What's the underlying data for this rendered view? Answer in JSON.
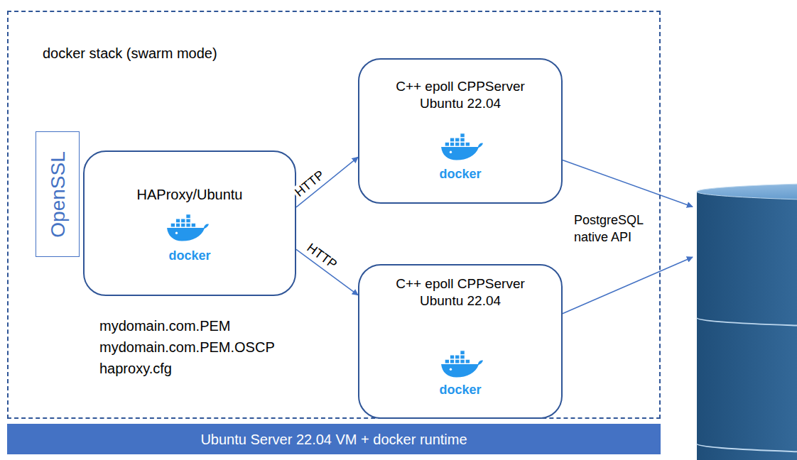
{
  "diagram": {
    "nodes": [
      {
        "text": [
          "docker stack (swarm mode)"
        ]
      },
      {
        "text": [
          "OpenSSL"
        ],
        "in": 0
      },
      {
        "text": [
          "HAProxy/Ubuntu",
          "docker"
        ],
        "in": 0
      },
      {
        "text": [
          "C++ epoll CPPServer Ubuntu 22.04",
          "docker"
        ],
        "in": 0
      },
      {
        "text": [
          "C++ epoll CPPServer Ubuntu 22.04",
          "docker"
        ],
        "in": 0
      },
      {
        "text": []
      },
      {
        "text": [
          "Ubuntu Server 22.04 VM + docker runtime"
        ]
      }
    ],
    "edges": [
      {
        "from": 2,
        "to": 3,
        "label": "HTTP",
        "arrow": "to"
      },
      {
        "from": 2,
        "to": 4,
        "label": "HTTP",
        "arrow": "to"
      },
      {
        "from": 3,
        "to": 5,
        "arrow": "to"
      },
      {
        "from": 4,
        "to": 5,
        "arrow": "to"
      }
    ],
    "labels": [
      "mydomain.com.PEM",
      "mydomain.com.PEM.OSCP",
      "haproxy.cfg",
      "PostgreSQL native API"
    ]
  }
}
